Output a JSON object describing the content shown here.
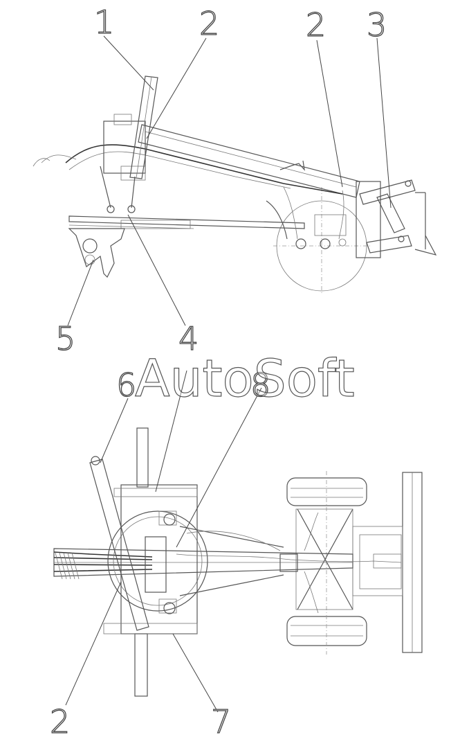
{
  "watermark": "AutoSoft",
  "callouts": {
    "c1": "1",
    "c2a": "2",
    "c2b": "2",
    "c3": "3",
    "c4": "4",
    "c5": "5",
    "c6": "6",
    "c8": "8",
    "c2c": "2",
    "c7": "7"
  }
}
